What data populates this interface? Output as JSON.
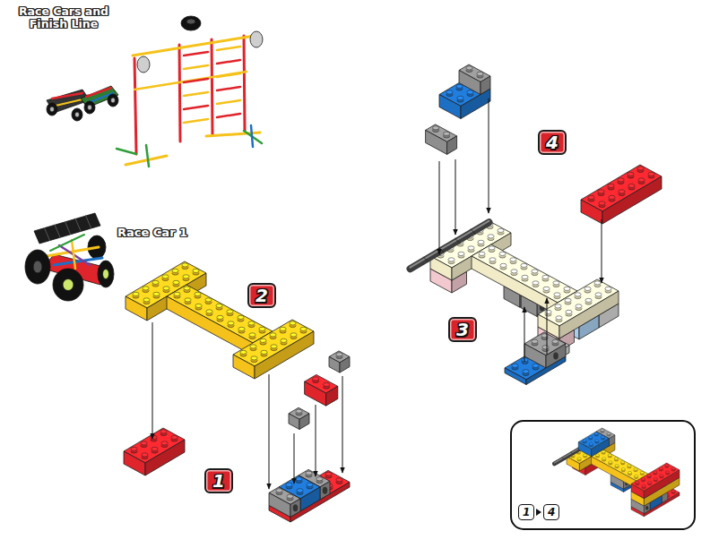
{
  "diagram": {
    "nodes": [
      {
        "text": [
          "4"
        ]
      },
      {
        "text": [
          "2"
        ]
      },
      {
        "text": [
          "3"
        ]
      },
      {
        "text": [
          "1"
        ]
      },
      {
        "text": [
          "1"
        ]
      },
      {
        "text": [
          "4"
        ]
      }
    ],
    "labels": [
      "Race Cars and Finish Line",
      "Race Car 1"
    ]
  }
}
